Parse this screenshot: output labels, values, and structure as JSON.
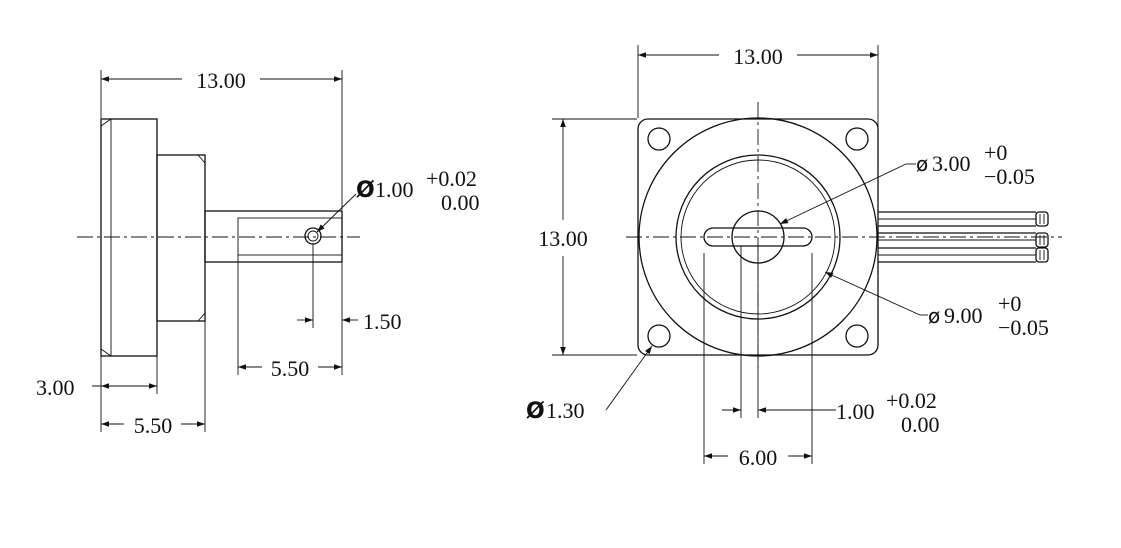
{
  "side_view": {
    "overall_width": "13.00",
    "pin_hole_symbol": "Ø",
    "pin_hole_diameter": "1.00",
    "pin_hole_tol_upper": "+0.02",
    "pin_hole_tol_lower": "0.00",
    "hole_to_end": "1.50",
    "shaft_length": "5.50",
    "flange_thickness": "3.00",
    "body_depth": "5.50"
  },
  "front_view": {
    "overall_width": "13.00",
    "overall_height": "13.00",
    "shaft_diameter_symbol": "ø",
    "shaft_diameter": "3.00",
    "shaft_tol_upper": "+0",
    "shaft_tol_lower": "−0.05",
    "rotor_diameter_symbol": "ø",
    "rotor_diameter": "9.00",
    "rotor_tol_upper": "+0",
    "rotor_tol_lower": "−0.05",
    "mount_hole_symbol": "Ø",
    "mount_hole_diameter": "1.30",
    "slot_width": "1.00",
    "slot_tol_upper": "+0.02",
    "slot_tol_lower": "0.00",
    "slot_length": "6.00"
  }
}
